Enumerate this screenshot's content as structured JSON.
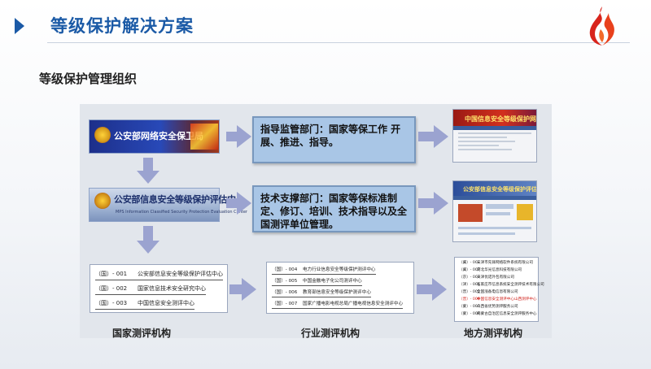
{
  "header": {
    "title": "等级保护解决方案"
  },
  "subtitle": "等级保护管理组织",
  "org_banners": {
    "mps_bureau": "公安部网络安全保卫局",
    "evaluation_center": "公安部信息安全等级保护评估中心",
    "evaluation_center_en": "MPS Information Classified Security Protection Evaluation Center"
  },
  "callouts": {
    "supervision": "指导监管部门：国家等保工作 开展、推进、指导。",
    "tech_support": "技术支撑部门：国家等保标准制定、修订、培训、技术指导以及全国测评单位管理。"
  },
  "websites": {
    "site1_title": "中国信息安全等级保护网",
    "site2_title": "公安部信息安全等级保护评估中心"
  },
  "national_agencies": [
    {
      "code": "（国）- 001",
      "name": "公安部信息安全等级保护评估中心"
    },
    {
      "code": "（国）- 002",
      "name": "国家信息技术安全研究中心"
    },
    {
      "code": "（国）- 003",
      "name": "中国信息安全测评中心"
    }
  ],
  "industry_agencies": [
    {
      "code": "（国）- 004",
      "name": "电力行业信息安全等级保护测评中心"
    },
    {
      "code": "（国）- 005",
      "name": "中国金融电子化公司测评中心"
    },
    {
      "code": "（国）- 006",
      "name": "教育部信息安全等级保护测评中心"
    },
    {
      "code": "（国）- 007",
      "name": "国家广播电影电视总局广播电视信息安全测评中心"
    }
  ],
  "local_agencies": [
    {
      "code": "（冀）- 001",
      "name": "天津市先锋网络软件系统有限公司"
    },
    {
      "code": "（冀）- 002",
      "name": "河北华光信息科技有限公司"
    },
    {
      "code": "（京）- 003",
      "name": "天津优诺外包有限公司"
    },
    {
      "code": "（津）- 004",
      "name": "石家庄市信息系统安全测评技术有限公司"
    },
    {
      "code": "（晋）- 005",
      "name": "全国涨备电信息有限公司"
    },
    {
      "code": "（晋）- 006",
      "name": "中国信息安全测评中心山西测评中心"
    },
    {
      "code": "（蒙）- 007",
      "name": "山西省优势测评服务公司"
    },
    {
      "code": "（蒙）- 008",
      "name": "内蒙古自治区信息安全测评服务中心"
    }
  ],
  "captions": {
    "national": "国家测评机构",
    "industry": "行业测评机构",
    "local": "地方测评机构"
  },
  "colors": {
    "accent": "#1b5aa6",
    "arrow": "#9ba3d0",
    "callout_bg": "#a9c6e6"
  }
}
